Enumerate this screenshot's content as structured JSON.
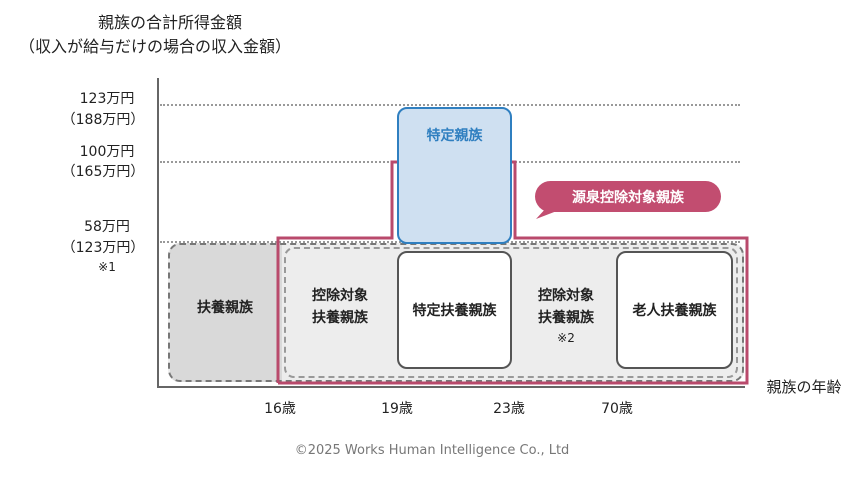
{
  "title": {
    "line1": "親族の合計所得金額",
    "line2": "（収入が給与だけの場合の収入金額）"
  },
  "y_labels": [
    {
      "income": "123万円",
      "salary": "（188万円）"
    },
    {
      "income": "100万円",
      "salary": "（165万円）"
    },
    {
      "income": "58万円",
      "salary": "（123万円）",
      "note": "※1"
    }
  ],
  "x_labels": [
    "16歳",
    "19歳",
    "23歳",
    "70歳"
  ],
  "x_axis_title": "親族の年齢",
  "categories": {
    "dependent": "扶養親族",
    "deductible_line1": "控除対象",
    "deductible_line2": "扶養親族",
    "specific_dependent": "特定扶養親族",
    "deductible2_line1": "控除対象",
    "deductible2_line2": "扶養親族",
    "deductible2_note": "※2",
    "elderly_dependent": "老人扶養親族",
    "specific_relative": "特定親族",
    "withholding_label": "源泉控除対象親族"
  },
  "copyright": "©2025 Works Human Intelligence Co., Ltd",
  "colors": {
    "pink": "#b94a6c",
    "blue": "#2f7fc0",
    "blue_fill": "#cfe0f1",
    "gray_dark": "#d9d9d9",
    "gray_light": "#ededed"
  }
}
